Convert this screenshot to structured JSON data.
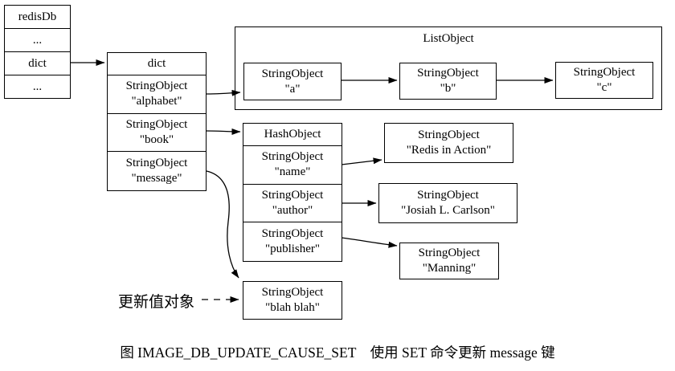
{
  "diagram": {
    "redisdb_table": {
      "rows": [
        "redisDb",
        "...",
        "dict",
        "..."
      ]
    },
    "dict_table": {
      "title": "dict",
      "rows": [
        {
          "line1": "StringObject",
          "line2": "\"alphabet\""
        },
        {
          "line1": "StringObject",
          "line2": "\"book\""
        },
        {
          "line1": "StringObject",
          "line2": "\"message\""
        }
      ]
    },
    "list_cluster": {
      "label": "ListObject",
      "nodes": [
        {
          "line1": "StringObject",
          "line2": "\"a\""
        },
        {
          "line1": "StringObject",
          "line2": "\"b\""
        },
        {
          "line1": "StringObject",
          "line2": "\"c\""
        }
      ]
    },
    "hash_table": {
      "title": "HashObject",
      "rows": [
        {
          "line1": "StringObject",
          "line2": "\"name\""
        },
        {
          "line1": "StringObject",
          "line2": "\"author\""
        },
        {
          "line1": "StringObject",
          "line2": "\"publisher\""
        }
      ]
    },
    "value_nodes": {
      "name_value": {
        "line1": "StringObject",
        "line2": "\"Redis in Action\""
      },
      "author_value": {
        "line1": "StringObject",
        "line2": "\"Josiah L. Carlson\""
      },
      "publisher_value": {
        "line1": "StringObject",
        "line2": "\"Manning\""
      },
      "message_value": {
        "line1": "StringObject",
        "line2": "\"blah blah\""
      }
    },
    "annotation": {
      "label": "更新值对象"
    },
    "caption": "图 IMAGE_DB_UPDATE_CAUSE_SET　使用 SET 命令更新 message 键",
    "colors": {
      "stroke": "#000000",
      "background": "#ffffff",
      "text": "#000000"
    }
  }
}
